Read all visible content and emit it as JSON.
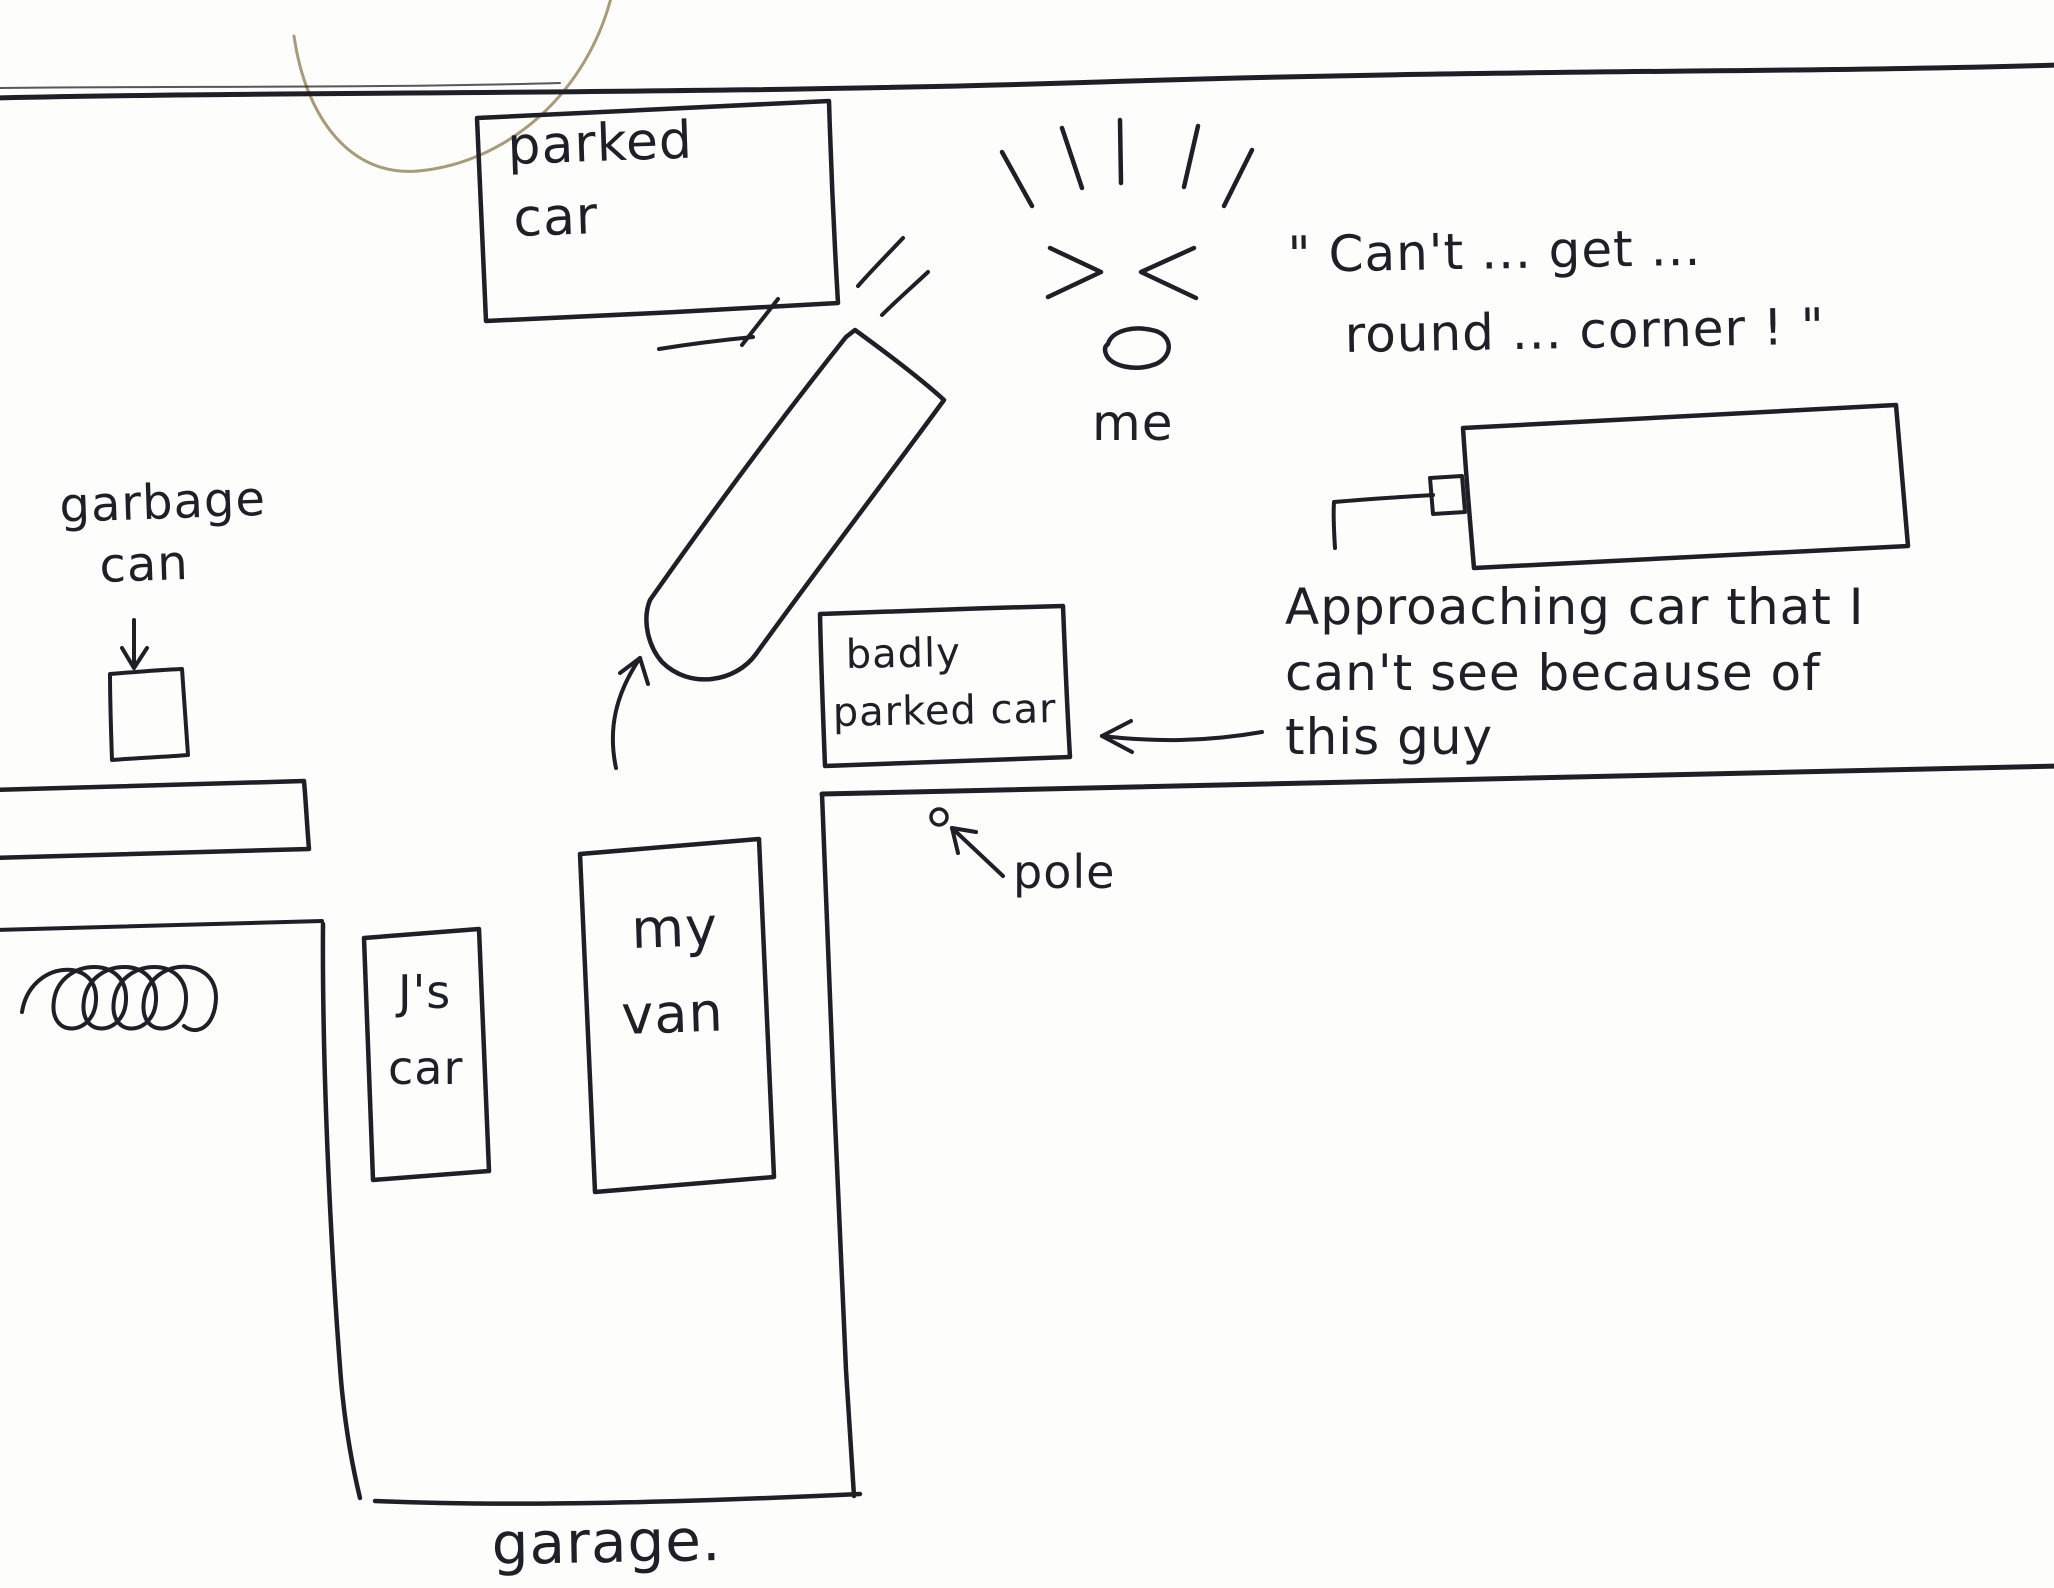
{
  "colors": {
    "ink": "#1f1f28",
    "paper": "#fdfdfb",
    "arc": "#a79b79"
  },
  "labels": {
    "parked_car": {
      "line1": "parked",
      "line2": "car"
    },
    "me": "me",
    "speech": {
      "line1": "\" Can't ... get ...",
      "line2": "round ... corner ! \""
    },
    "approaching": {
      "line1": "Approaching car that I",
      "line2": "can't see because of",
      "line3": "this guy"
    },
    "badly_parked": {
      "line1": "badly",
      "line2": "parked car"
    },
    "pole": "pole",
    "garbage_can": {
      "line1": "garbage",
      "line2": "can"
    },
    "js_car": {
      "line1": "J's",
      "line2": "car"
    },
    "my_van": {
      "line1": "my",
      "line2": "van"
    },
    "garage": "garage."
  }
}
